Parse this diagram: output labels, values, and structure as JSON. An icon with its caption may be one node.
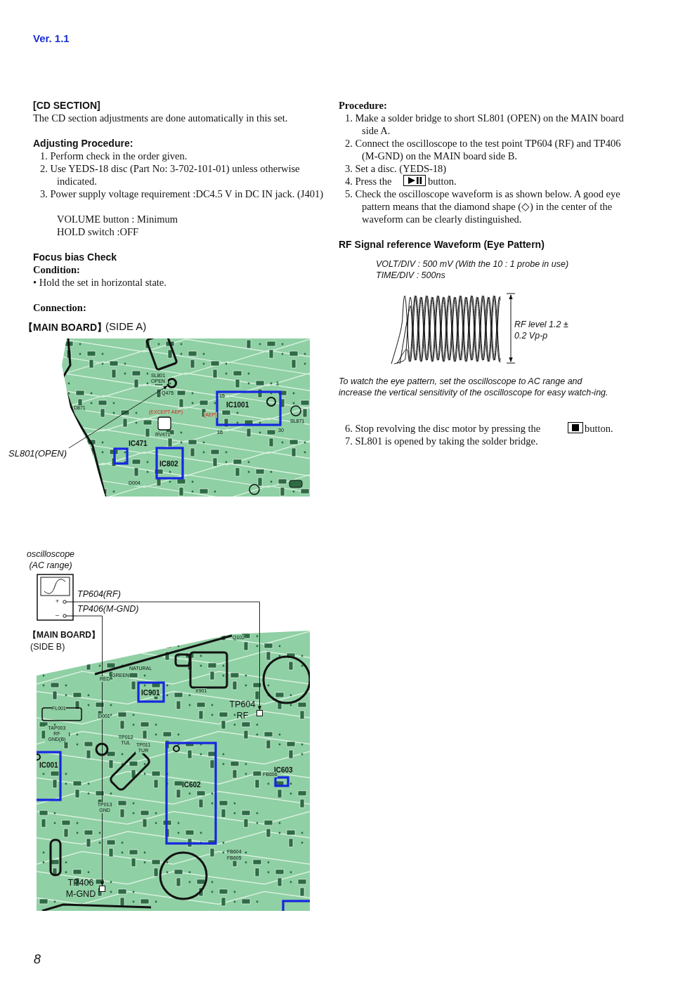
{
  "diagram": {
    "nodes": [
      {
        "text": [
          "SL801(OPEN)"
        ]
      },
      {
        "text": [],
        "shape": "circle",
        "beside": [
          "SL801 OPEN"
        ]
      },
      {
        "text": [
          "oscilloscope (AC range)"
        ]
      },
      {
        "text": [],
        "shape": "box",
        "beside": [
          "TP604 RF"
        ]
      },
      {
        "text": [],
        "shape": "box",
        "beside": [
          "TP406 M-GND"
        ]
      }
    ],
    "edges": [
      {
        "from": 0,
        "to": 1,
        "arrow": "to"
      },
      {
        "from": 2,
        "to": 3,
        "arrow": "to",
        "label": "TP604(RF)"
      },
      {
        "from": 2,
        "to": 4,
        "arrow": "to",
        "label": "TP406(M-GND)"
      }
    ],
    "labels": [
      "Ver. 1.1",
      "[CD SECTION]",
      "The CD section adjustments are done automatically in this set.",
      "Adjusting Procedure:",
      "1. Perform check in the order given.",
      "2. Use YEDS-18 disc (Part No: 3-702-101-01) unless otherwise indicated.",
      "3. Power supply voltage requirement :DC4.5 V in DC IN jack. (J401)",
      "VOLUME button : Minimum",
      "HOLD switch :OFF",
      "Focus bias Check",
      "Condition:",
      "• Hold the set in horizontal state.",
      "Connection:",
      "【MAIN BOARD】",
      "(SIDE A)",
      "Procedure:",
      "1. Make a solder bridge to short SL801 (OPEN) on the MAIN board side A.",
      "2. Connect the oscilloscope to the test point TP604 (RF) and TP406 (M-GND) on the MAIN board side B.",
      "3. Set a disc. (YEDS-18)",
      "4. Press the",
      "button.",
      "5. Check the oscilloscope waveform is as shown below. A good eye pattern means that the diamond shape (◇) in the center of the waveform can be clearly distinguished.",
      "RF Signal reference Waveform (Eye Pattern)",
      "VOLT/DIV : 500 mV (With the 10 : 1 probe in use)",
      "TIME/DIV : 500ns",
      "RF level 1.2 ± 0.2 Vp-p",
      "To watch the eye pattern, set the oscilloscope to AC range and increase the vertical sensitivity of the oscilloscope for easy watch-ing.",
      "6. Stop revolving the disc motor by pressing the",
      "button.",
      "7. SL801 is opened by taking the solder bridge.",
      "【MAIN BOARD】",
      "(SIDE B)",
      "8",
      "D871",
      "Q475",
      "RV471",
      "(EXCEPT AEP)",
      "(AEP)",
      "IC471",
      "IC802",
      "IC1001",
      "SL871",
      "D004",
      "15",
      "1",
      "16",
      "30",
      "Q102",
      "RED",
      "GREEN",
      "NATURAL",
      "IC901",
      "X901",
      "TP012 TUL",
      "TP011 TUR",
      "TAP003 RF GND(B)",
      "FL001",
      "D001",
      "IC001",
      "TP013 GND",
      "IC602",
      "IC603",
      "FB606",
      "FB604",
      "FB605",
      "+",
      "–"
    ]
  }
}
